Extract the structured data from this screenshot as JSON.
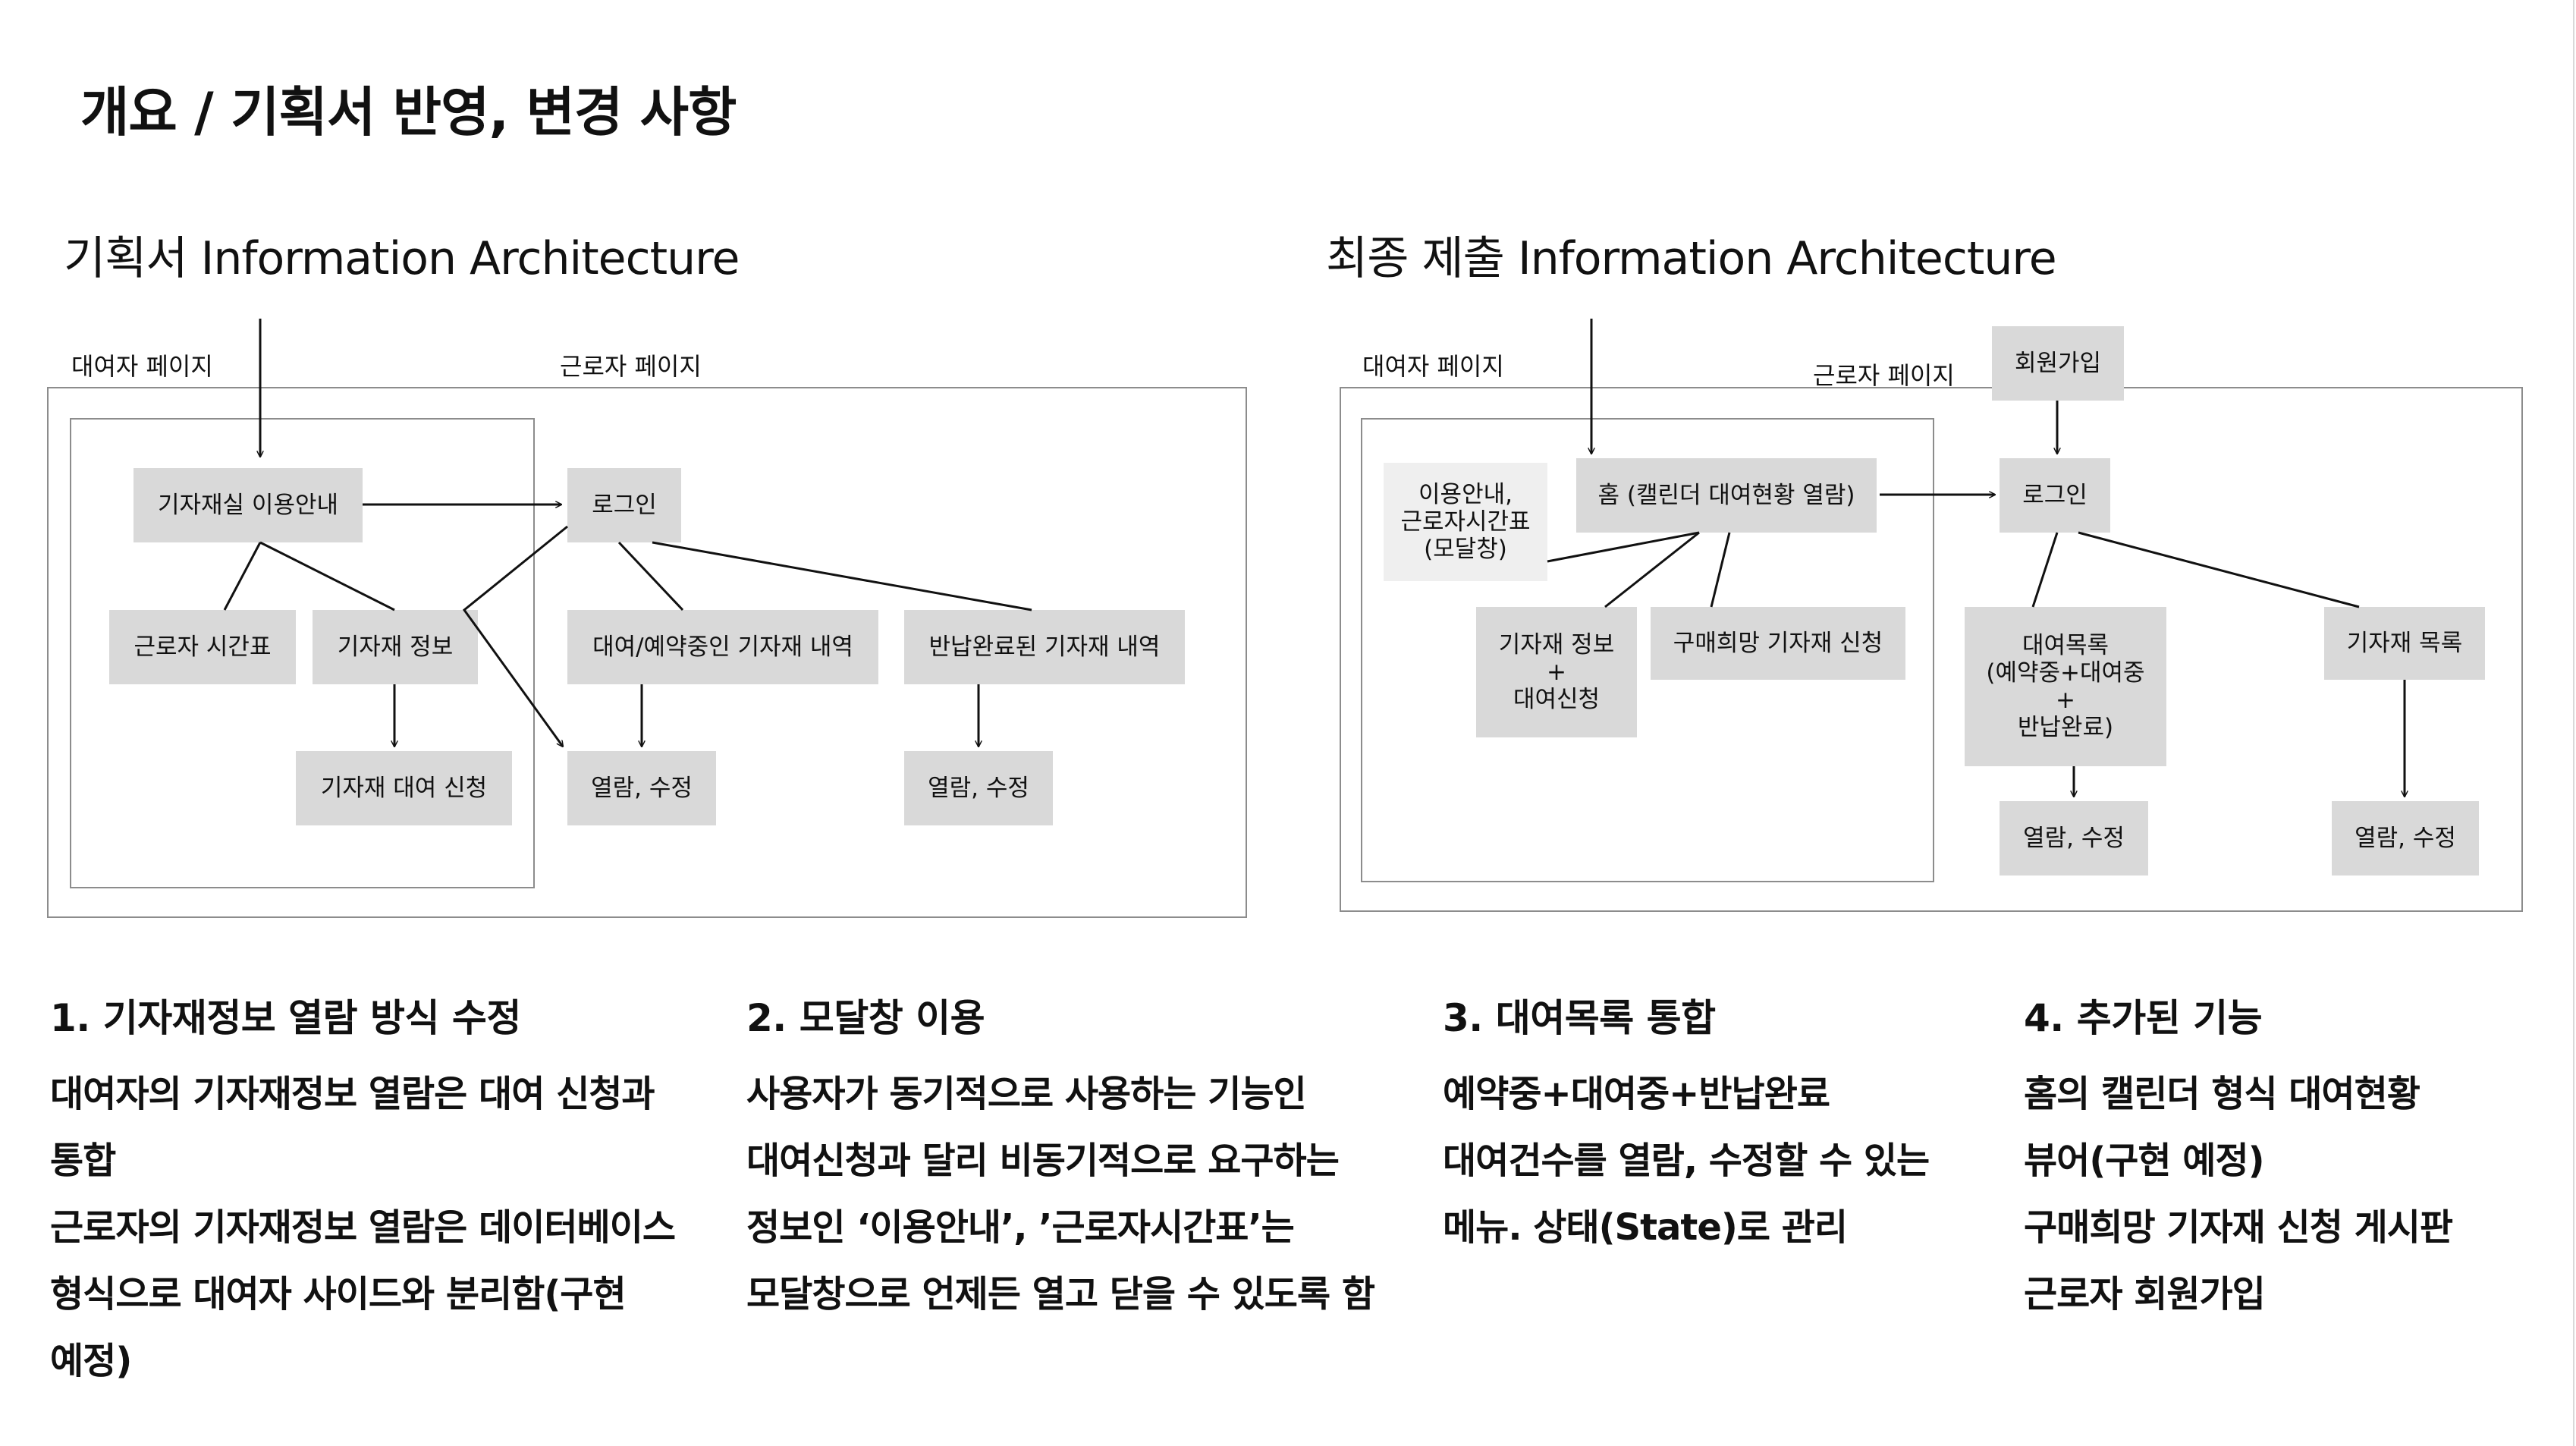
{
  "page_title": "개요 / 기획서 반영, 변경 사항",
  "left": {
    "title": "기획서 Information Architecture",
    "lender_label": "대여자 페이지",
    "worker_label": "근로자 페이지",
    "nodes": {
      "guide": "기자재실 이용안내",
      "login": "로그인",
      "timetable": "근로자 시간표",
      "equip_info": "기자재 정보",
      "rent_request": "기자재 대여 신청",
      "rent_history": "대여/예약중인 기자재 내역",
      "returned_history": "반납완료된 기자재 내역",
      "view_edit_1": "열람, 수정",
      "view_edit_2": "열람, 수정"
    }
  },
  "right": {
    "title": "최종 제출 Information Architecture",
    "lender_label": "대여자 페이지",
    "worker_label": "근로자 페이지",
    "nodes": {
      "signup": "회원가입",
      "modal": "이용안내,\n근로자시간표\n(모달창)",
      "home": "홈 (캘린더 대여현황 열람)",
      "login": "로그인",
      "equip_info": "기자재 정보\n+\n대여신청",
      "purchase": "구매희망 기자재 신청",
      "rent_list": "대여목록\n(예약중+대여중\n+\n반납완료)",
      "equip_list": "기자재 목록",
      "view_edit_1": "열람, 수정",
      "view_edit_2": "열람, 수정"
    }
  },
  "notes": [
    {
      "title": "1.  기자재정보 열람 방식 수정",
      "lines": [
        "대여자의 기자재정보 열람은 대여 신청과",
        "통합",
        "근로자의 기자재정보 열람은 데이터베이스",
        "형식으로 대여자 사이드와 분리함(구현",
        "예정)"
      ]
    },
    {
      "title": "2. 모달창 이용",
      "lines": [
        "사용자가 동기적으로 사용하는 기능인",
        "대여신청과 달리 비동기적으로 요구하는",
        "정보인 ‘이용안내’, ’근로자시간표’는",
        "모달창으로 언제든 열고 닫을 수 있도록 함"
      ]
    },
    {
      "title": "3. 대여목록 통합",
      "lines": [
        "예약중+대여중+반납완료",
        "대여건수를 열람, 수정할 수 있는",
        "메뉴. 상태(State)로 관리"
      ]
    },
    {
      "title": "4. 추가된 기능",
      "lines": [
        "홈의 캘린더 형식 대여현황",
        "뷰어(구현 예정)",
        "구매희망 기자재 신청 게시판",
        "근로자 회원가입"
      ]
    }
  ]
}
